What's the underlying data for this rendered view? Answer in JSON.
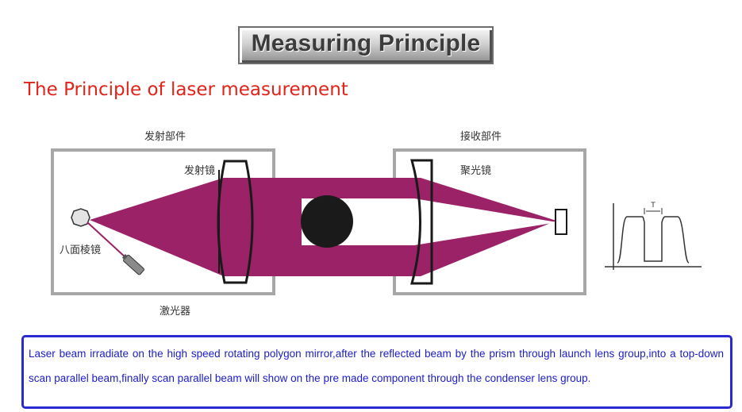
{
  "banner": {
    "title": "Measuring Principle"
  },
  "subtitle": "The Principle of laser measurement",
  "diagram": {
    "emitter_label": "发射部件",
    "receiver_label": "接收部件",
    "emit_lens_label": "发射镜",
    "condenser_label": "聚光镜",
    "polygon_label": "八面棱镜",
    "laser_label": "激光器",
    "signal_marker": "T"
  },
  "description": "Laser beam irradiate on the high speed rotating polygon mirror,after the reflected beam by the prism through launch lens group,into a top-down scan parallel beam,finally scan parallel beam will show on the pre made component through the condenser lens group.",
  "colors": {
    "beam": "#9b2266",
    "title_red": "#e2231a",
    "desc_blue": "#2a2ad1",
    "frame_gray": "#a7a7a7"
  }
}
